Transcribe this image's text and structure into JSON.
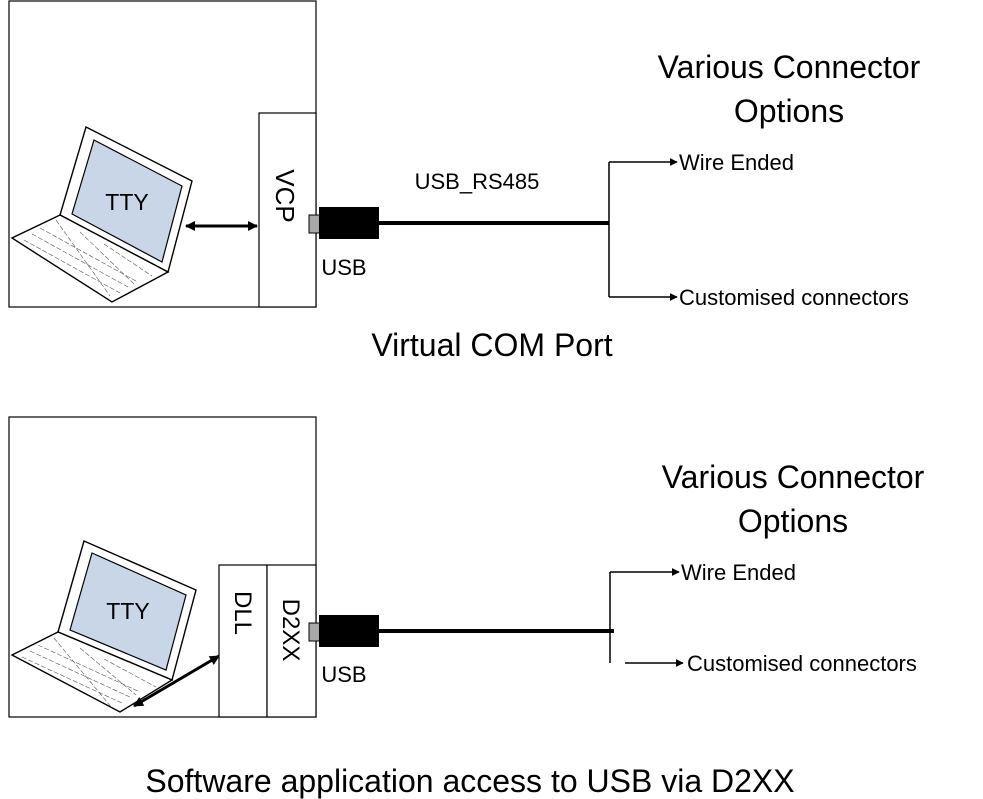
{
  "top": {
    "screen_label": "TTY",
    "driver_label": "VCP",
    "usb_label": "USB",
    "cable_label": "USB_RS485",
    "options_title_line1": "Various Connector",
    "options_title_line2": "Options",
    "option_1": "Wire Ended",
    "option_2": "Customised connectors",
    "caption": "Virtual COM Port"
  },
  "bottom": {
    "screen_label": "TTY",
    "dll_label": "DLL",
    "d2xx_label": "D2XX",
    "usb_label": "USB",
    "options_title_line1": "Various Connector",
    "options_title_line2": "Options",
    "option_1": "Wire Ended",
    "option_2": "Customised connectors",
    "caption": "Software application access to USB via D2XX"
  }
}
